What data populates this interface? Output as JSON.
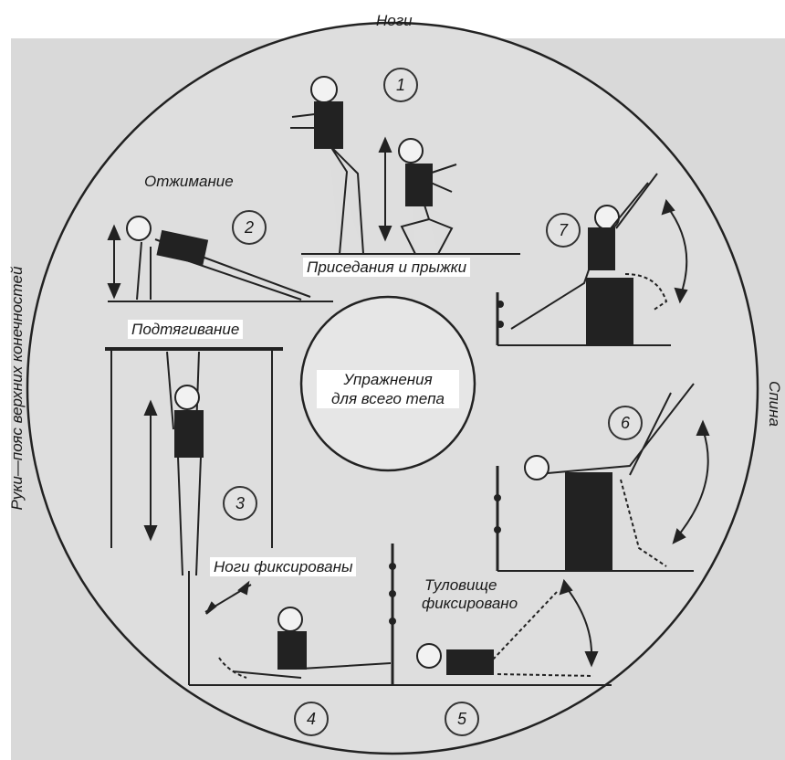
{
  "top_label": "Ноги",
  "left_label": "Руки—пояс верхних конечностей",
  "right_label": "Спина",
  "center": {
    "line1": "Упражнения",
    "line2": "для всего тепа"
  },
  "exercises": {
    "otzhimanie": "Отжимание",
    "prisedaniya": "Приседания и прыжки",
    "podtyagivanie": "Подтягивание",
    "nogi_fiks": "Ноги фиксированы",
    "tulovische_1": "Туловище",
    "tulovische_2": "фиксировано"
  },
  "numbers": [
    "1",
    "2",
    "3",
    "4",
    "5",
    "6",
    "7"
  ]
}
